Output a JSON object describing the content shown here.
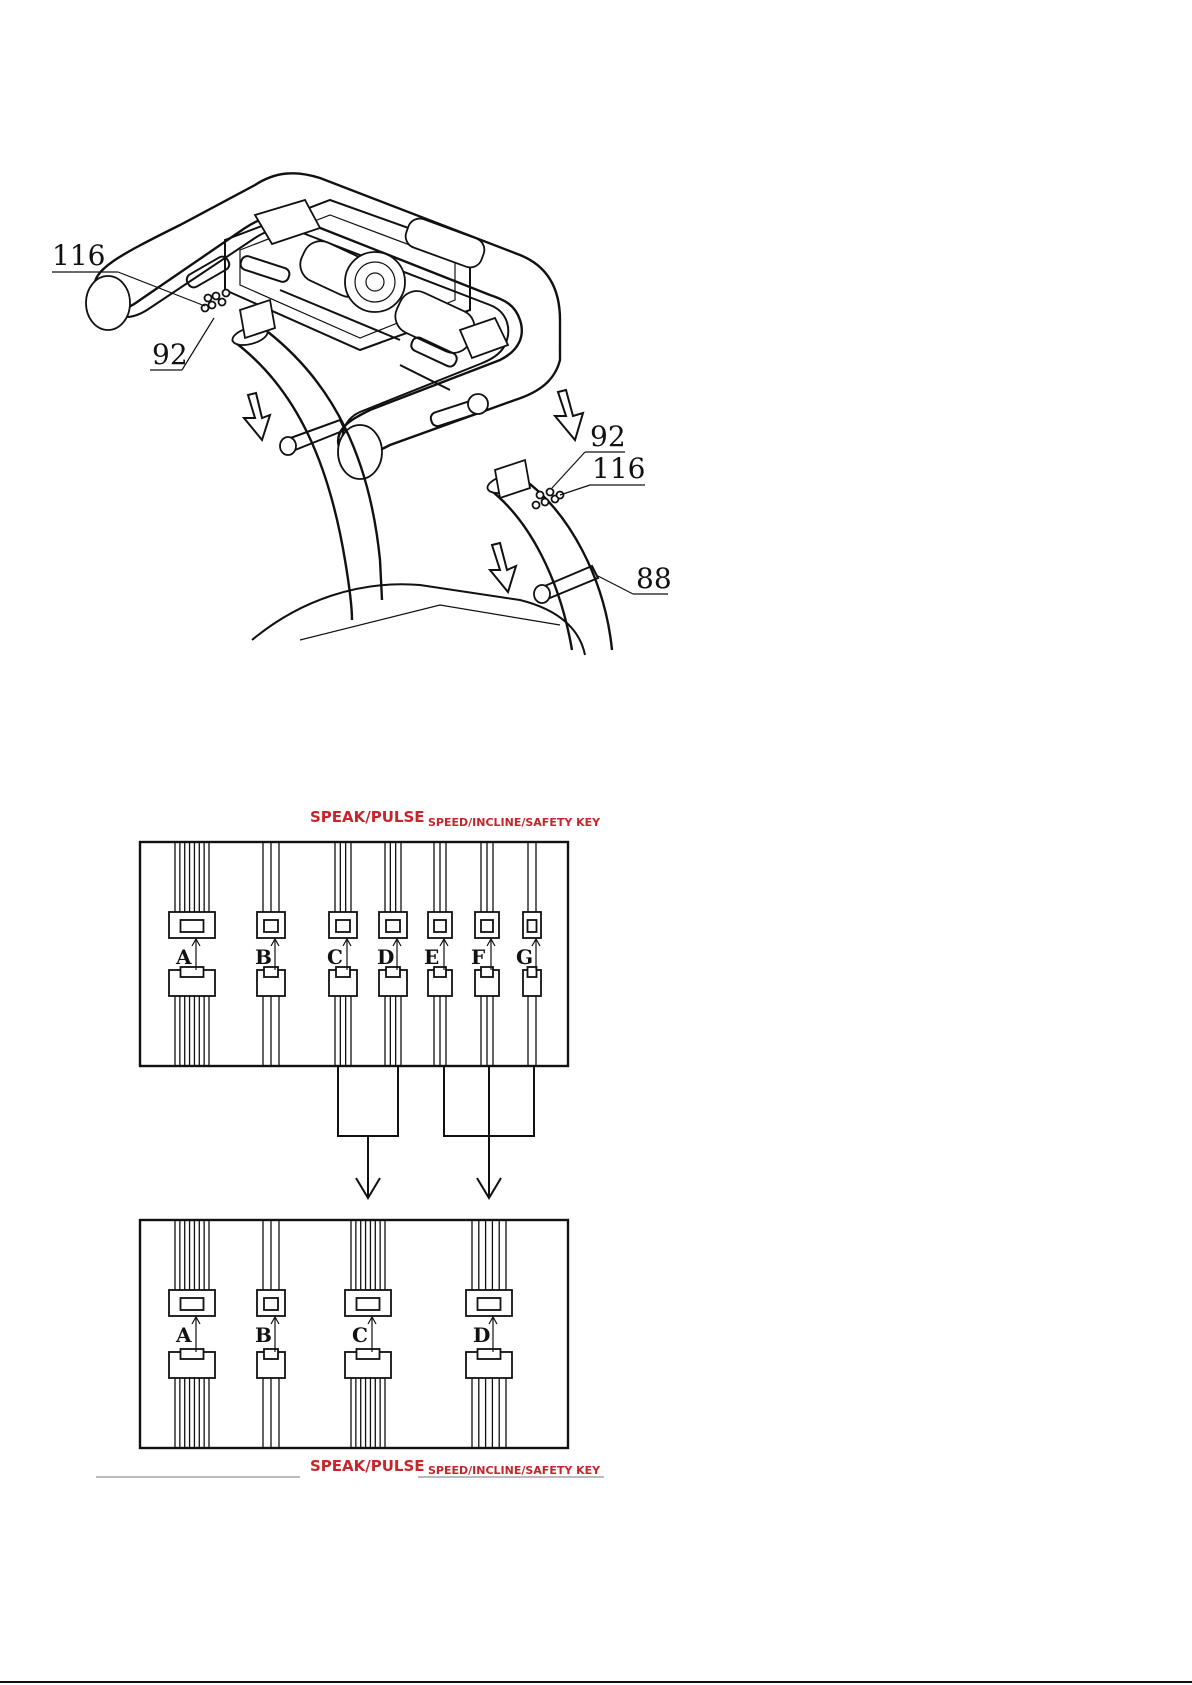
{
  "assembly": {
    "labels": {
      "left_116": "116",
      "left_92": "92",
      "right_92": "92",
      "right_116": "116",
      "right_88": "88"
    }
  },
  "wiring": {
    "top_panel": {
      "header_left": "SPEAK/PULSE",
      "header_right": "SPEED/INCLINE/SAFETY KEY",
      "connectors": [
        "A",
        "B",
        "C",
        "D",
        "E",
        "F",
        "G"
      ]
    },
    "bottom_panel": {
      "footer_left": "SPEAK/PULSE",
      "footer_right": "SPEED/INCLINE/SAFETY KEY",
      "connectors": [
        "A",
        "B",
        "C",
        "D"
      ]
    }
  }
}
